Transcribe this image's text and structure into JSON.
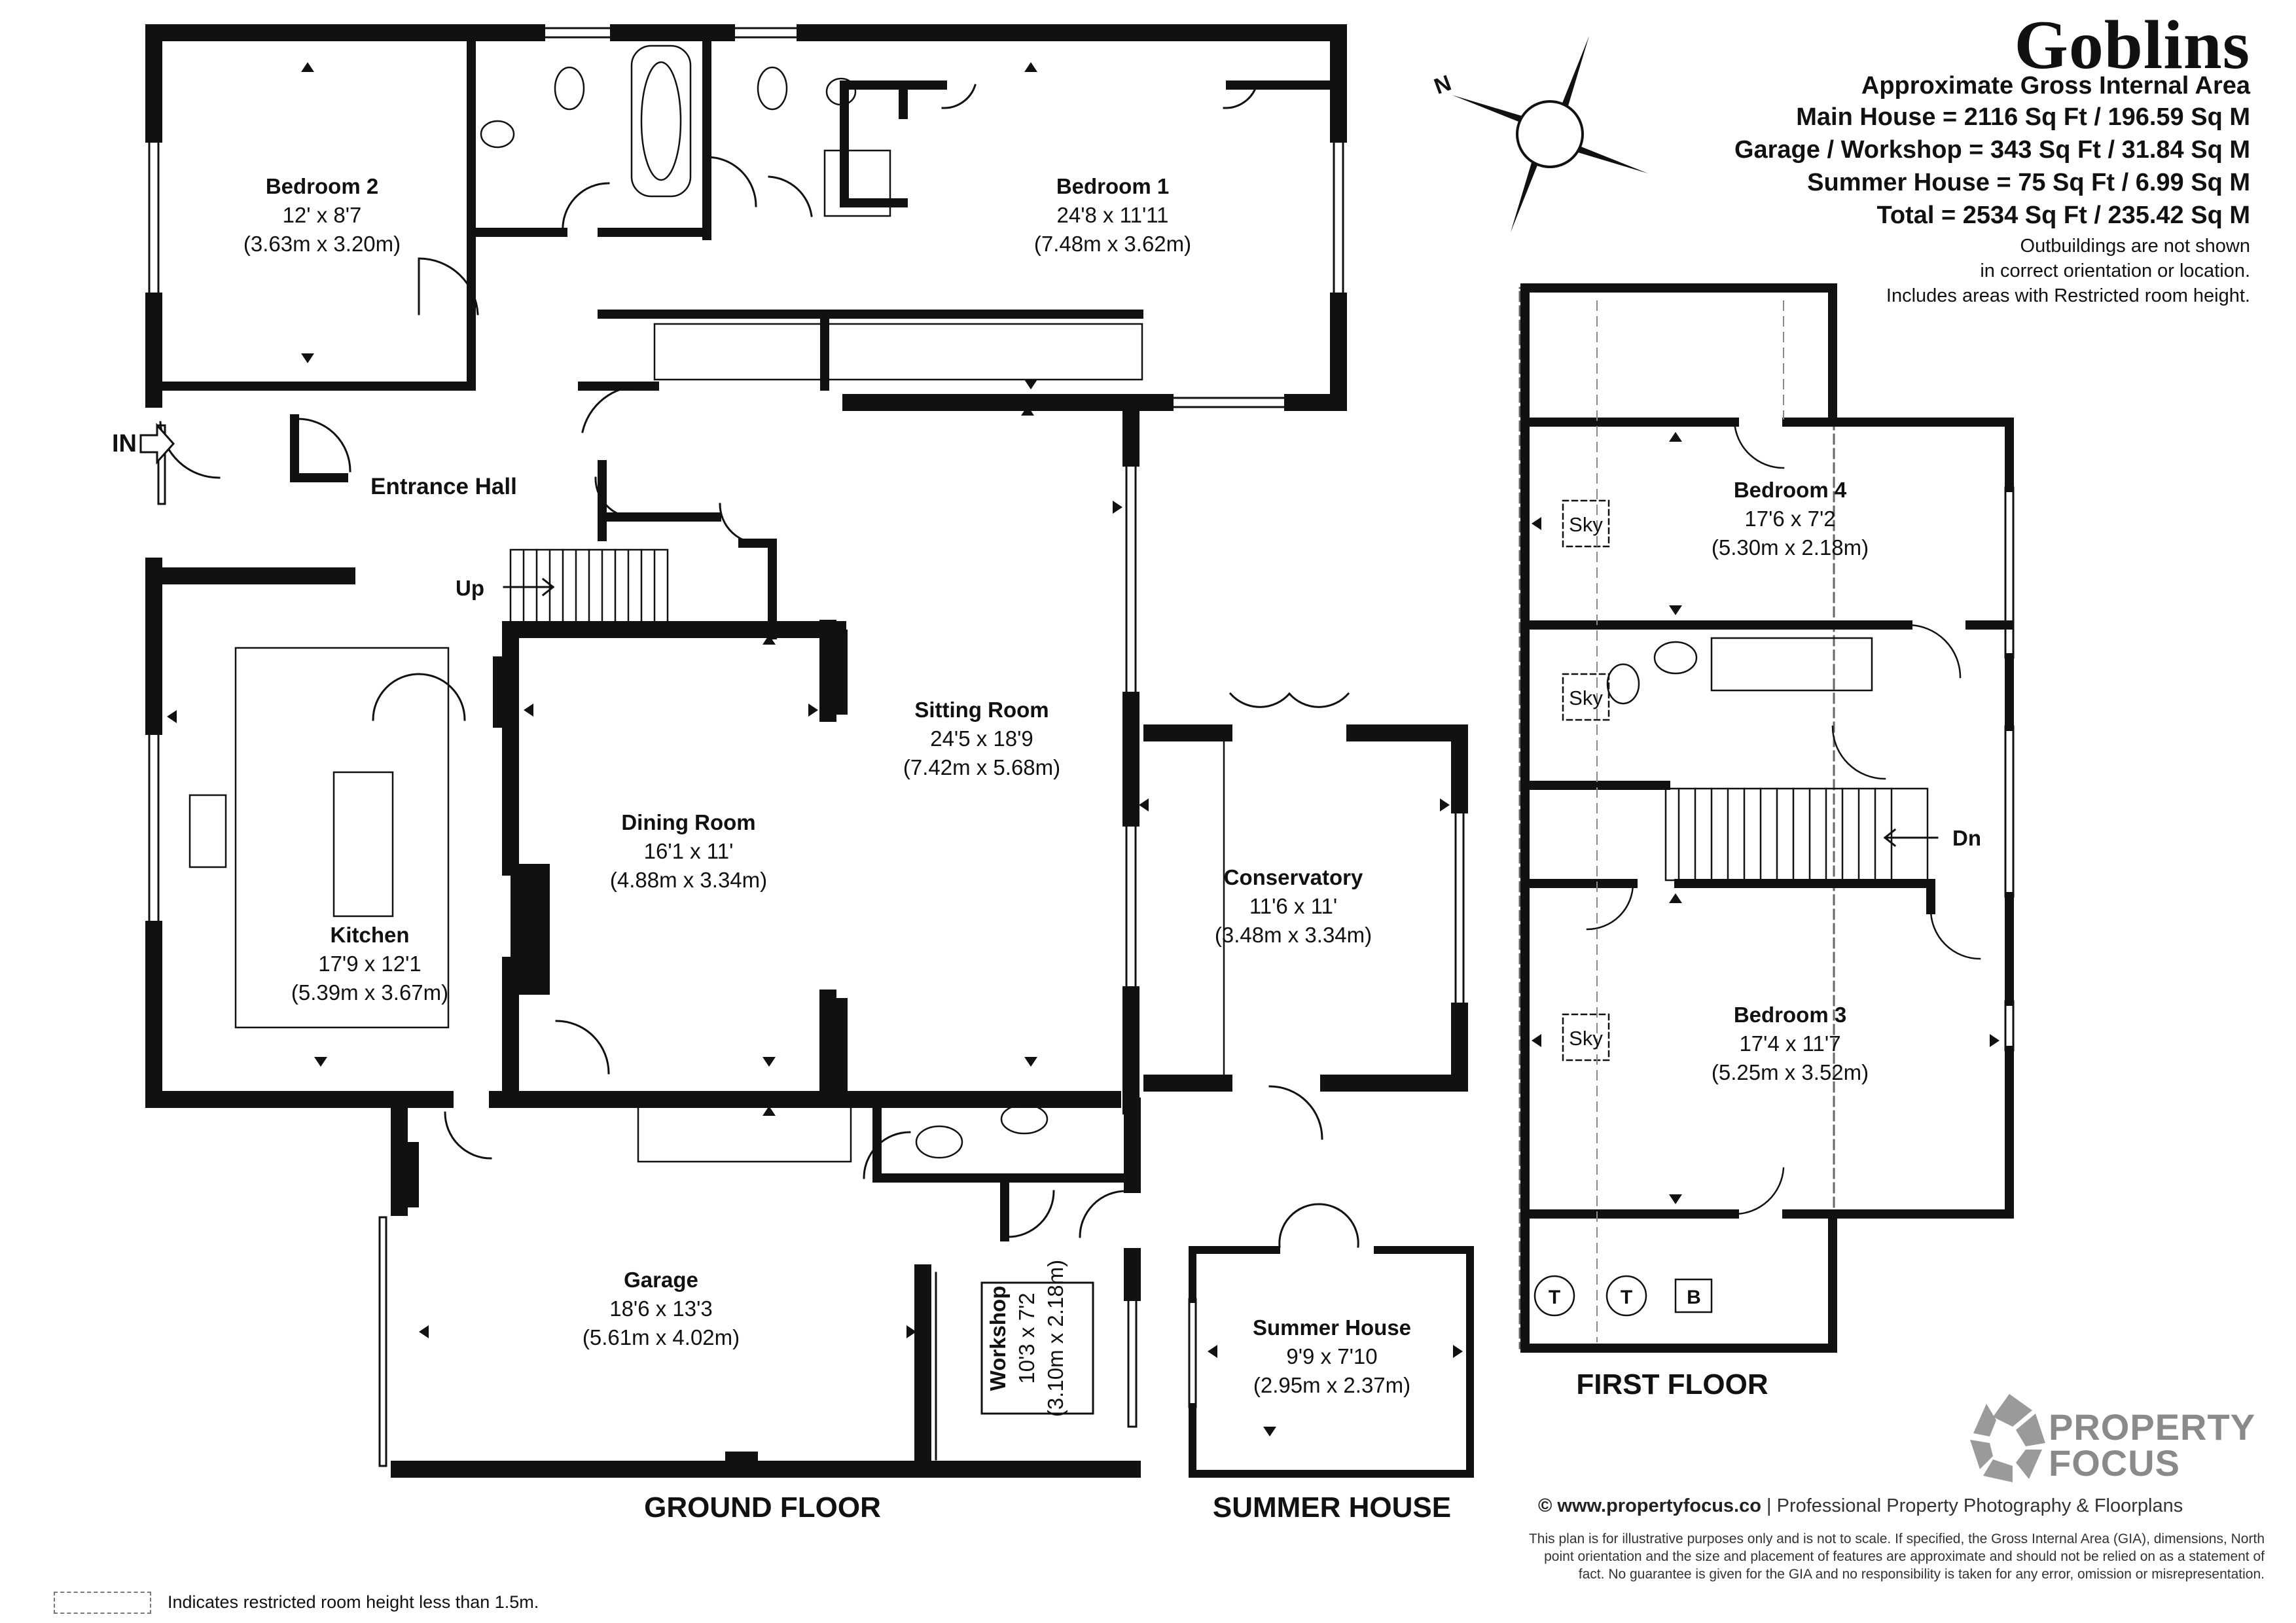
{
  "title": "Goblins",
  "area": {
    "heading": "Approximate Gross Internal Area",
    "lines": [
      "Main House = 2116 Sq Ft / 196.59 Sq M",
      "Garage / Workshop = 343 Sq Ft / 31.84 Sq M",
      "Summer House = 75 Sq Ft / 6.99 Sq M",
      "Total = 2534 Sq Ft / 235.42 Sq M"
    ],
    "notes": [
      "Outbuildings are not shown",
      "in correct orientation or location.",
      "Includes areas with Restricted room height."
    ]
  },
  "compass": {
    "label": "N"
  },
  "rooms": [
    {
      "name": "Bedroom 2",
      "imperial": "12' x 8'7",
      "metric": "(3.63m x 3.20m)"
    },
    {
      "name": "Bedroom 1",
      "imperial": "24'8 x 11'11",
      "metric": "(7.48m x 3.62m)"
    },
    {
      "name": "Entrance Hall"
    },
    {
      "name": "Sitting Room",
      "imperial": "24'5 x 18'9",
      "metric": "(7.42m x 5.68m)"
    },
    {
      "name": "Dining Room",
      "imperial": "16'1 x 11'",
      "metric": "(4.88m x 3.34m)"
    },
    {
      "name": "Kitchen",
      "imperial": "17'9 x 12'1",
      "metric": "(5.39m x 3.67m)"
    },
    {
      "name": "Conservatory",
      "imperial": "11'6 x 11'",
      "metric": "(3.48m x 3.34m)"
    },
    {
      "name": "Garage",
      "imperial": "18'6 x 13'3",
      "metric": "(5.61m x 4.02m)"
    },
    {
      "name": "Workshop",
      "imperial": "10'3 x 7'2",
      "metric": "(3.10m x 2.18m)"
    },
    {
      "name": "Summer House",
      "imperial": "9'9 x 7'10",
      "metric": "(2.95m x 2.37m)"
    },
    {
      "name": "Bedroom 4",
      "imperial": "17'6 x 7'2",
      "metric": "(5.30m x 2.18m)"
    },
    {
      "name": "Bedroom 3",
      "imperial": "17'4 x 11'7",
      "metric": "(5.25m x 3.52m)"
    }
  ],
  "labels": {
    "in": "IN",
    "up": "Up",
    "dn": "Dn",
    "sky": "Sky",
    "t": "T",
    "b": "B"
  },
  "floors": {
    "ground": "GROUND FLOOR",
    "summer": "SUMMER HOUSE",
    "first": "FIRST FLOOR"
  },
  "footer": {
    "site": "© www.propertyfocus.co",
    "tagline": "Professional Property Photography & Floorplans",
    "disclaimer": [
      "This plan is for illustrative purposes only and is not to scale. If specified, the Gross Internal Area (GIA), dimensions, North",
      "point orientation and the size and placement of features are approximate and should not be relied on as a statement of",
      "fact. No guarantee is given for the GIA and no responsibility is taken for any error, omission or misrepresentation."
    ],
    "legend": "Indicates restricted room height less than 1.5m."
  },
  "logo": {
    "line1": "PROPERTY",
    "line2": "FOCUS"
  }
}
